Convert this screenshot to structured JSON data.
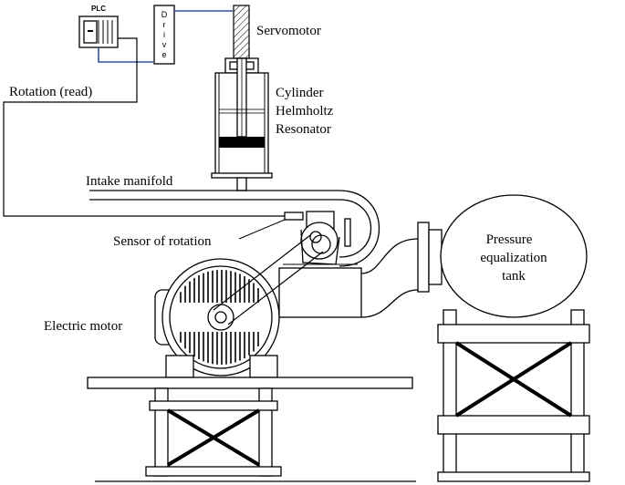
{
  "labels": {
    "plc": "PLC",
    "drive_letters": [
      "D",
      "r",
      "i",
      "v",
      "e"
    ],
    "servomotor": "Servomotor",
    "rotation_read": "Rotation (read)",
    "cylinder": "Cylinder",
    "helmholtz": "Helmholtz",
    "resonator": "Resonator",
    "intake_manifold": "Intake manifold",
    "sensor_of_rotation": "Sensor of rotation",
    "pressure": "Pressure",
    "equalization": "equalization",
    "tank": "tank",
    "electric_motor": "Electric motor"
  },
  "colors": {
    "signal_wire": "#2f4fc0",
    "line": "#000000",
    "background": "#ffffff"
  }
}
